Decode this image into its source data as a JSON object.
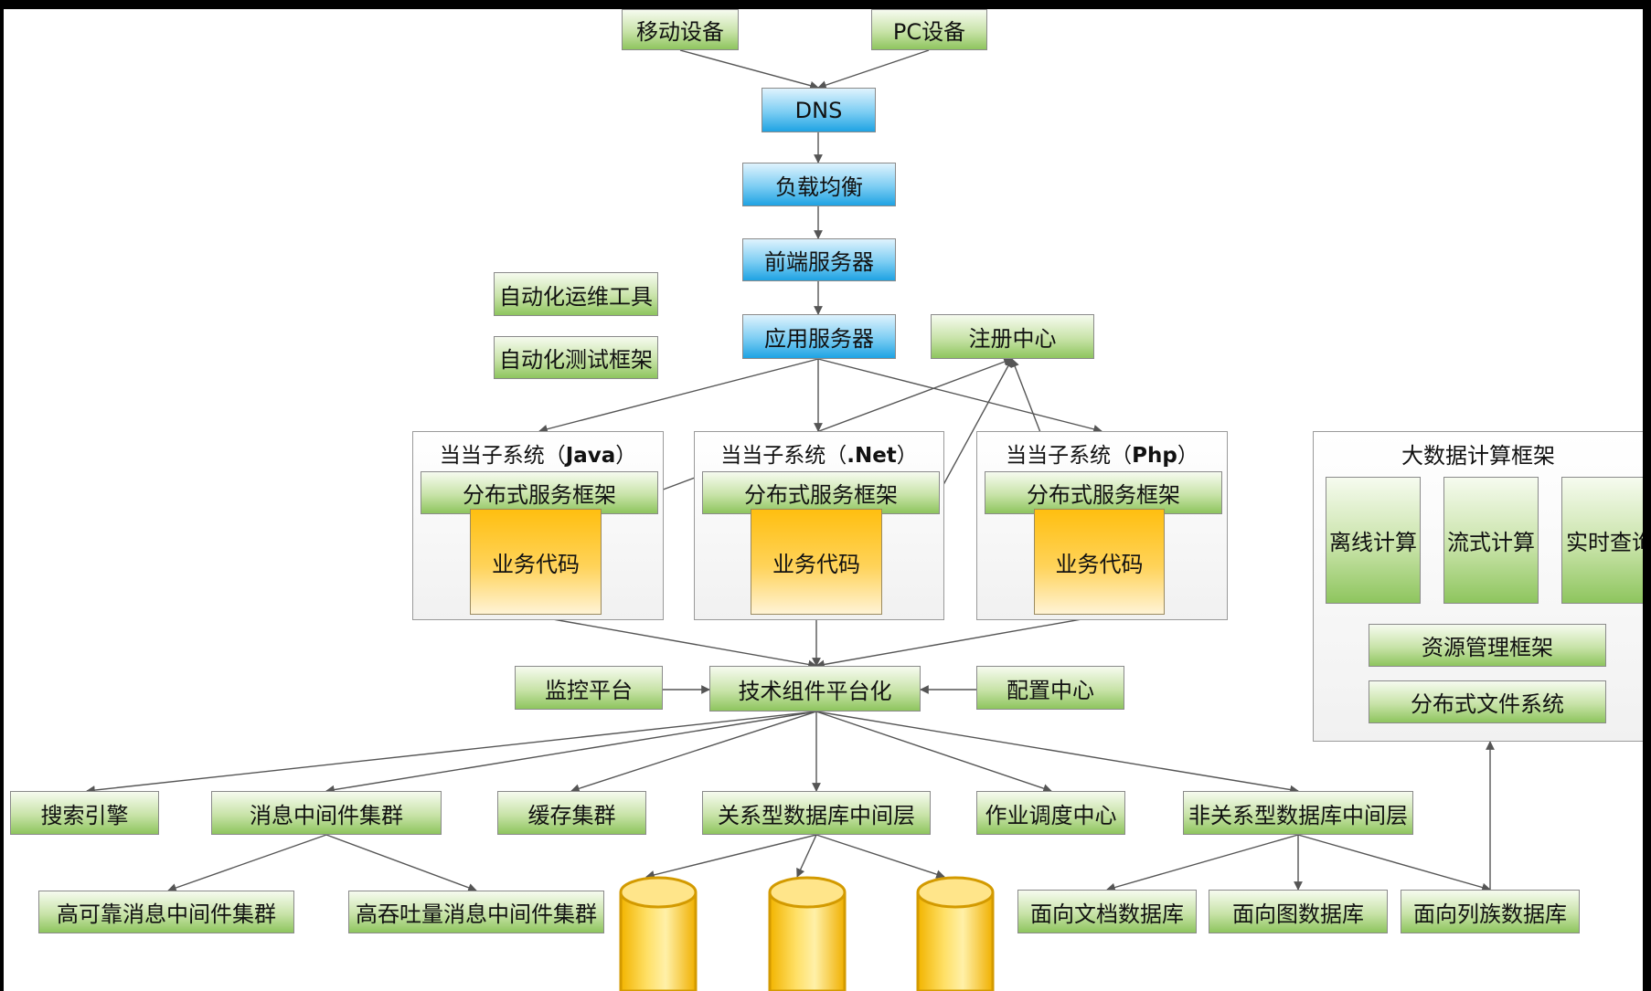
{
  "nodes": {
    "mobile": "移动设备",
    "pc": "PC设备",
    "dns": "DNS",
    "lb": "负载均衡",
    "frontend": "前端服务器",
    "appserver": "应用服务器",
    "auto_ops": "自动化运维工具",
    "auto_test": "自动化测试框架",
    "registry": "注册中心",
    "monitor": "监控平台",
    "tech_platform": "技术组件平台化",
    "config": "配置中心"
  },
  "subsystems": [
    {
      "title_prefix": "当当子系统（",
      "title_lang": "Java",
      "title_suffix": "）",
      "framework": "分布式服务框架",
      "code": "业务代码"
    },
    {
      "title_prefix": "当当子系统（",
      "title_lang": ".Net",
      "title_suffix": "）",
      "framework": "分布式服务框架",
      "code": "业务代码"
    },
    {
      "title_prefix": "当当子系统（",
      "title_lang": "Php",
      "title_suffix": "）",
      "framework": "分布式服务框架",
      "code": "业务代码"
    }
  ],
  "components": [
    "搜索引擎",
    "消息中间件集群",
    "缓存集群",
    "关系型数据库中间层",
    "作业调度中心",
    "非关系型数据库中间层"
  ],
  "mq_children": [
    "高可靠消息中间件集群",
    "高吞吐量消息中间件集群"
  ],
  "nosql_children": [
    "面向文档数据库",
    "面向图数据库",
    "面向列族数据库"
  ],
  "bigdata": {
    "title": "大数据计算框架",
    "compute": [
      "离线计算",
      "流式计算",
      "实时查询"
    ],
    "resource": "资源管理框架",
    "dfs": "分布式文件系统"
  },
  "colors": {
    "green": "#8ec55e",
    "blue": "#1fa3e3",
    "gold": "#ffbf10",
    "line": "#555555"
  }
}
